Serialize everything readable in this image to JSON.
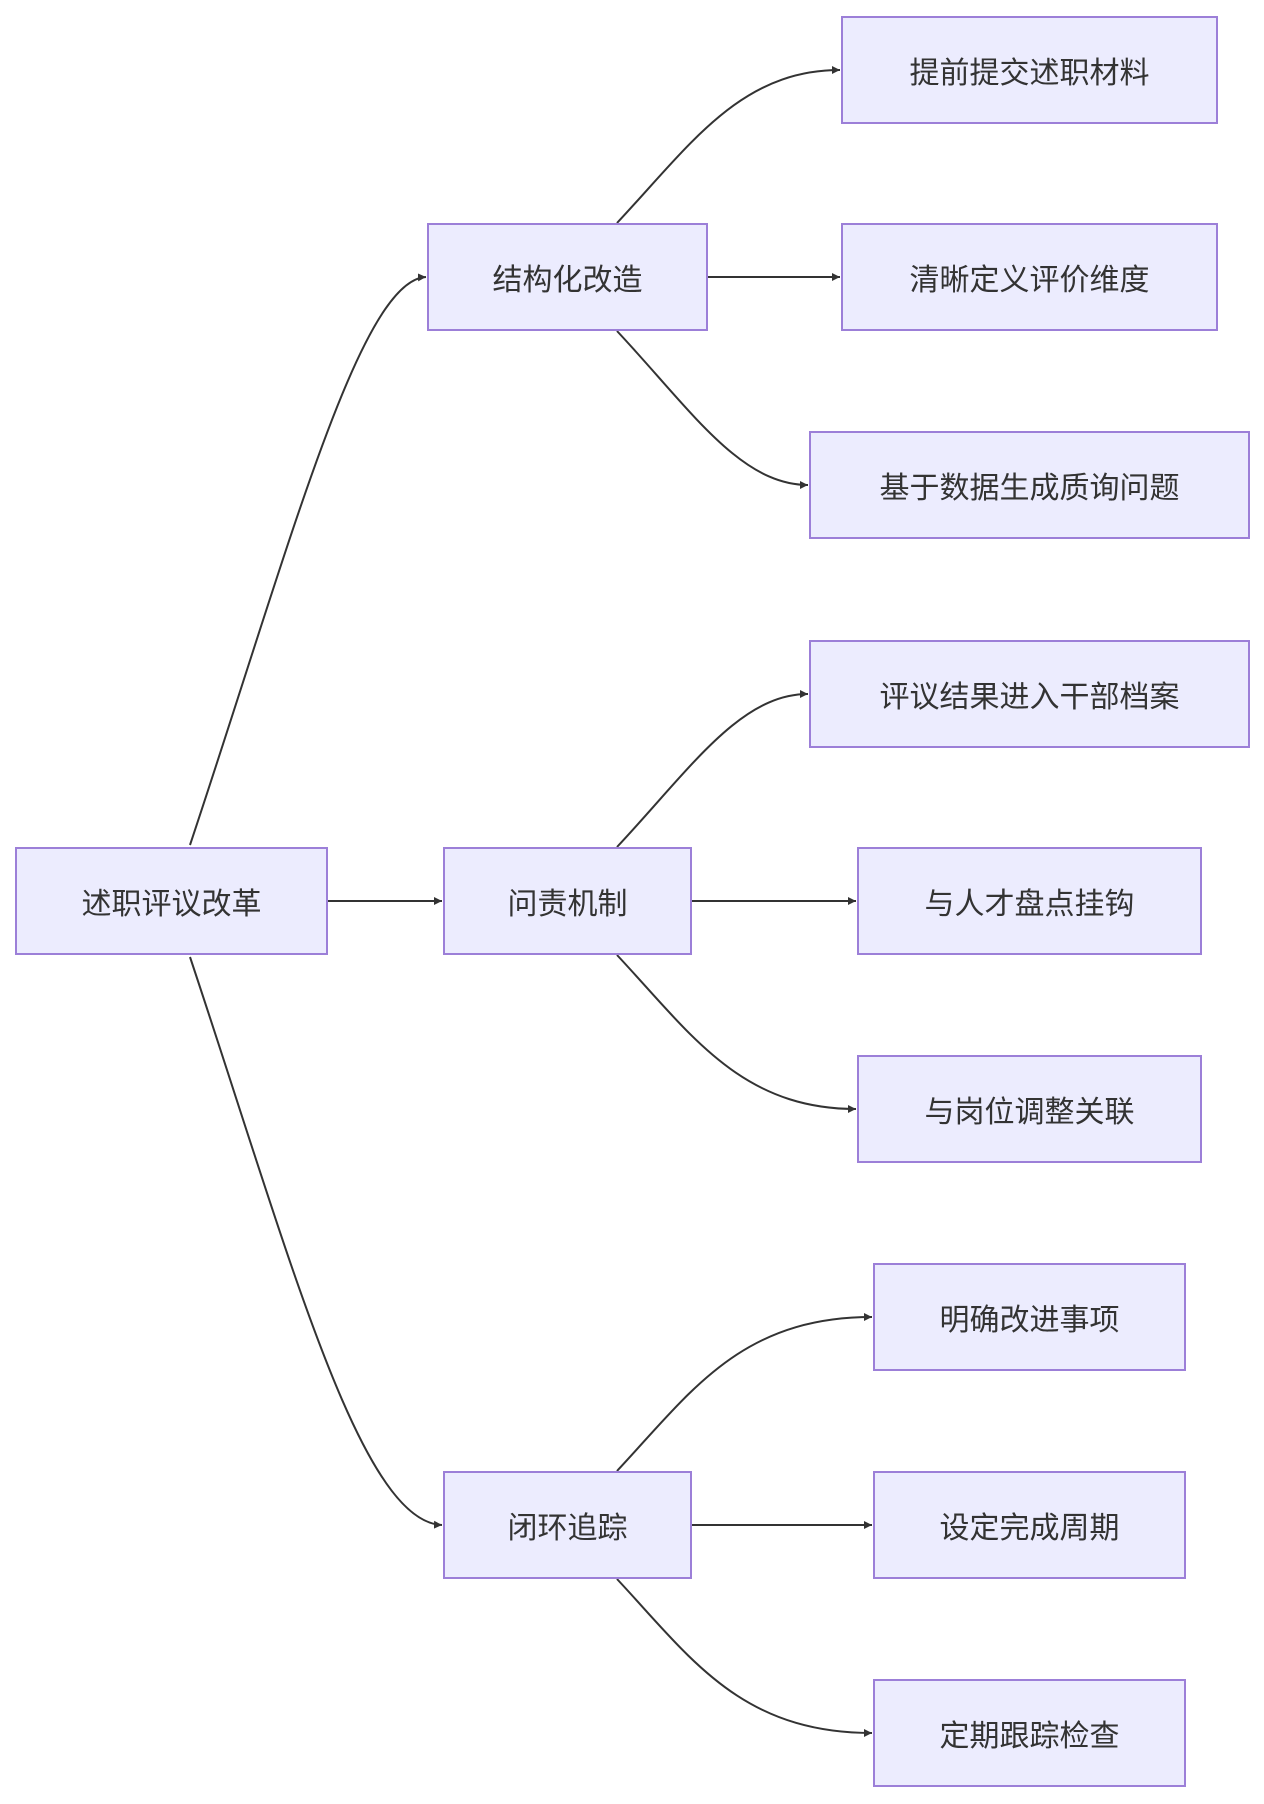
{
  "diagram": {
    "root": "述职评议改革",
    "branches": [
      {
        "label": "结构化改造",
        "children": [
          "提前提交述职材料",
          "清晰定义评价维度",
          "基于数据生成质询问题"
        ]
      },
      {
        "label": "问责机制",
        "children": [
          "评议结果进入干部档案",
          "与人才盘点挂钩",
          "与岗位调整关联"
        ]
      },
      {
        "label": "闭环追踪",
        "children": [
          "明确改进事项",
          "设定完成周期",
          "定期跟踪检查"
        ]
      }
    ]
  },
  "style": {
    "node_fill": "#ececfe",
    "node_border": "#9c7fd8",
    "edge_color": "#333333",
    "text_color": "#333333"
  }
}
